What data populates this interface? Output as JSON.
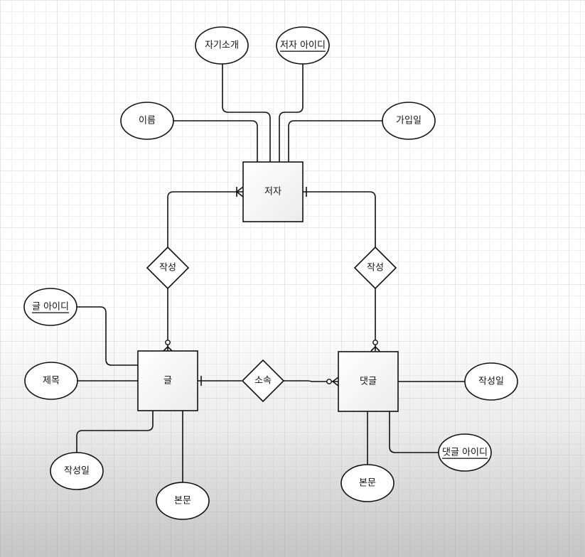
{
  "diagram": {
    "entities": {
      "author": "저자",
      "post": "글",
      "comment": "댓글"
    },
    "relationships": {
      "writes_post": "작성",
      "writes_comment": "작성",
      "belongs": "소속"
    },
    "attributes": {
      "author_intro": "자기소개",
      "author_id": "저자 아이디",
      "author_name": "이름",
      "author_joined": "가입일",
      "post_id": "글 아이디",
      "post_title": "제목",
      "post_date": "작성일",
      "post_body": "본문",
      "comment_date": "작성일",
      "comment_id": "댓글 아이디",
      "comment_body": "본문"
    }
  }
}
